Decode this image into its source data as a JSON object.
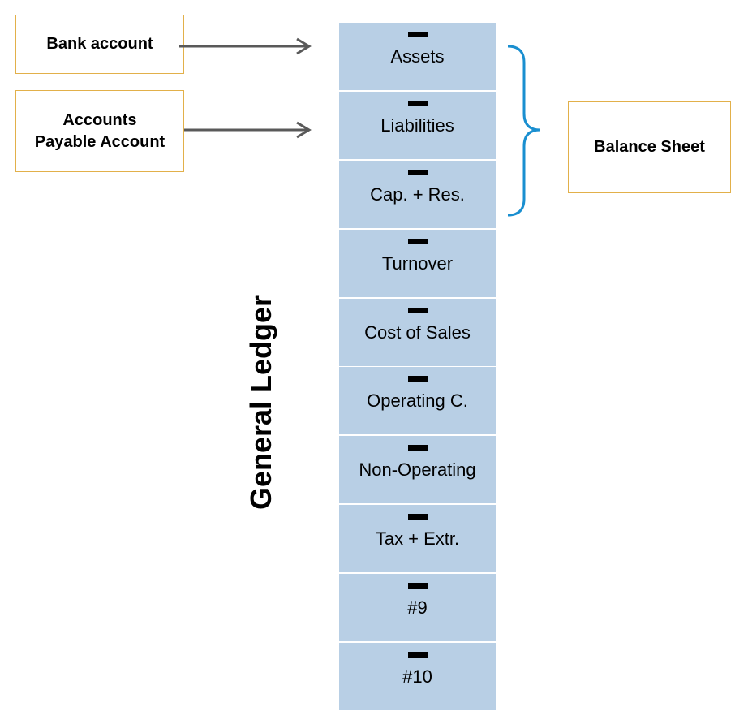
{
  "boxes": {
    "bank_account": "Bank account",
    "accounts_payable": [
      "Accounts",
      "Payable Account"
    ],
    "balance_sheet": "Balance Sheet"
  },
  "general_ledger": {
    "title": "General Ledger",
    "items": [
      "Assets",
      "Liabilities",
      "Cap. + Res.",
      "Turnover",
      "Cost of Sales",
      "Operating C.",
      "Non-Operating",
      "Tax + Extr.",
      "#9",
      "#10"
    ]
  },
  "colors": {
    "cell_fill": "#b8cfe5",
    "box_border": "#e2b04a",
    "brace": "#1a8fd0",
    "arrow": "#595959"
  }
}
